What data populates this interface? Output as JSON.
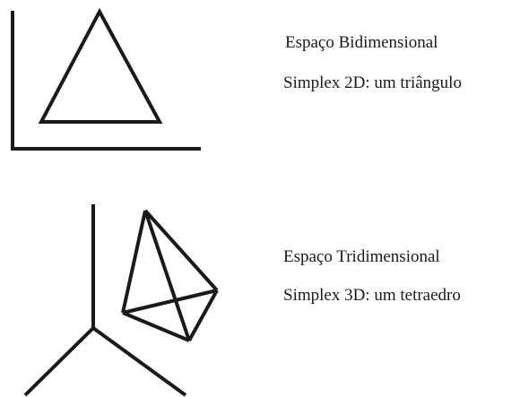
{
  "colors": {
    "ink": "#1a1a1a",
    "background": "#ffffff"
  },
  "panel_2d": {
    "title": "Espaço Bidimensional",
    "subtitle": "Simplex 2D: um triângulo"
  },
  "panel_3d": {
    "title": "Espaço Tridimensional",
    "subtitle": "Simplex 3D: um tetraedro"
  }
}
